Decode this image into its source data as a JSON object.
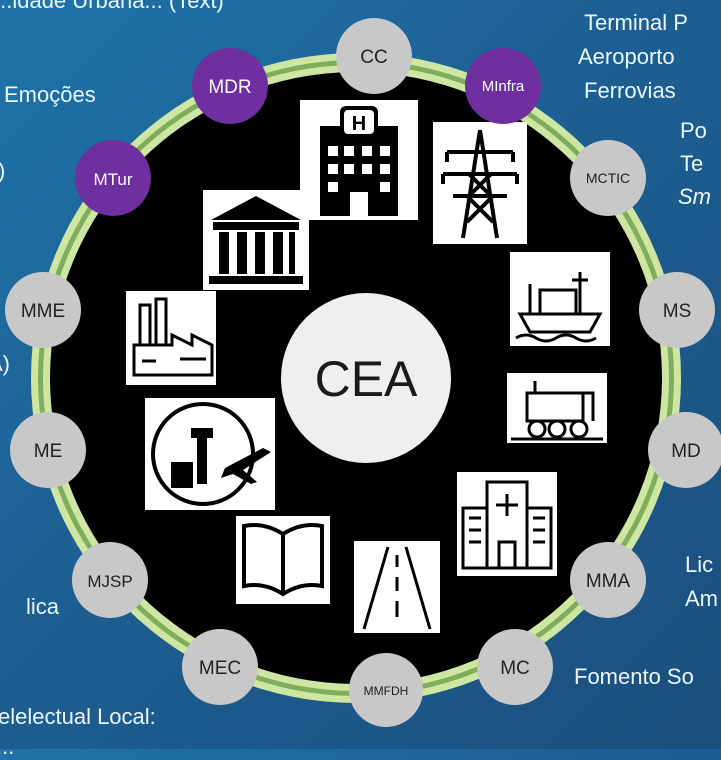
{
  "center": {
    "label": "CEA"
  },
  "colors": {
    "ring_fill": "#000000",
    "ring_light": "#cfe6a3",
    "ring_green": "#7fae5a",
    "node_gray": "#c8c8c8",
    "node_purple": "#6f2fa0",
    "center_fill": "#efefef",
    "center_text": "#1a1a1a",
    "side_text": "#eaf6ff"
  },
  "nodes": [
    {
      "id": "cc",
      "label": "CC",
      "style": "gray"
    },
    {
      "id": "minfra",
      "label": "MInfra",
      "style": "purple"
    },
    {
      "id": "mctic",
      "label": "MCTIC",
      "style": "gray"
    },
    {
      "id": "ms",
      "label": "MS",
      "style": "gray"
    },
    {
      "id": "md",
      "label": "MD",
      "style": "gray"
    },
    {
      "id": "mma",
      "label": "MMA",
      "style": "gray"
    },
    {
      "id": "mc",
      "label": "MC",
      "style": "gray"
    },
    {
      "id": "mmfdh",
      "label": "MMFDH",
      "style": "gray"
    },
    {
      "id": "mec",
      "label": "MEC",
      "style": "gray"
    },
    {
      "id": "mjsp",
      "label": "MJSP",
      "style": "gray"
    },
    {
      "id": "me",
      "label": "ME",
      "style": "gray"
    },
    {
      "id": "mme",
      "label": "MME",
      "style": "gray"
    },
    {
      "id": "mtur",
      "label": "MTur",
      "style": "purple"
    },
    {
      "id": "mdr",
      "label": "MDR",
      "style": "purple"
    }
  ],
  "icons": [
    {
      "name": "hospital-building-icon"
    },
    {
      "name": "power-tower-icon"
    },
    {
      "name": "government-building-icon"
    },
    {
      "name": "ship-icon"
    },
    {
      "name": "factory-icon"
    },
    {
      "name": "train-icon"
    },
    {
      "name": "airport-icon"
    },
    {
      "name": "hospital-icon"
    },
    {
      "name": "book-icon"
    },
    {
      "name": "road-icon"
    }
  ],
  "side_texts": {
    "top_left": "...idade Urbana... (Text)",
    "emocoes": "Emoções",
    "paren_close_1": ")",
    "paren_close_2": "A)",
    "terminal": "Terminal P",
    "aeroporto": "Aeroporto",
    "ferrovias": "Ferrovias",
    "po": "Po",
    "te": "Te",
    "sm": "Sm",
    "lic": "Lic",
    "am": "Am",
    "fomento": "Fomento So",
    "lica": "lica",
    "intelectual": "elelectual Local:",
    "bottom": "..."
  }
}
